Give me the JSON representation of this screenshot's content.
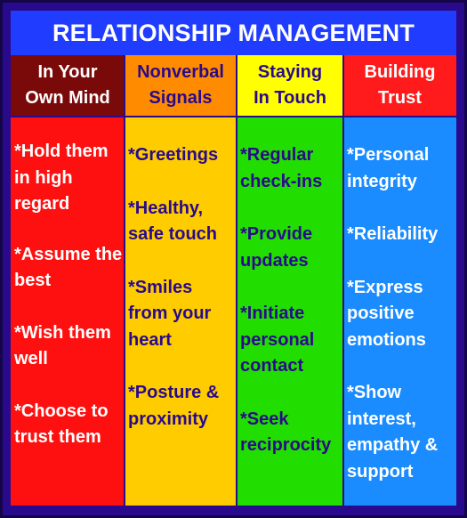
{
  "title": "RELATIONSHIP MANAGEMENT",
  "colors": {
    "frame": "#2a0a8c",
    "title_bg": "#1f3cff",
    "col1_head": "#7a0a0a",
    "col1_body": "#ff1010",
    "col2_head": "#ff8c00",
    "col2_body": "#ffcc00",
    "col3_head": "#ffff00",
    "col3_body": "#22dd00",
    "col4_head": "#ff1b1b",
    "col4_body": "#1a8cff"
  },
  "columns": [
    {
      "header": [
        "In Your",
        "Own Mind"
      ],
      "items": [
        "*Hold them in high regard",
        "*Assume the best",
        "*Wish them well",
        "*Choose to trust them"
      ]
    },
    {
      "header": [
        "Nonverbal",
        "Signals"
      ],
      "items": [
        "*Greetings",
        "*Healthy, safe touch",
        "*Smiles from your heart",
        "*Posture & proximity"
      ]
    },
    {
      "header": [
        "Staying",
        "In Touch"
      ],
      "items": [
        "*Regular check-ins",
        "*Provide updates",
        "*Initiate personal contact",
        "*Seek reciprocity"
      ]
    },
    {
      "header": [
        "Building",
        "Trust"
      ],
      "items": [
        "*Personal integrity",
        "*Reliability",
        "*Express positive emotions",
        "*Show interest, empathy & support"
      ]
    }
  ]
}
